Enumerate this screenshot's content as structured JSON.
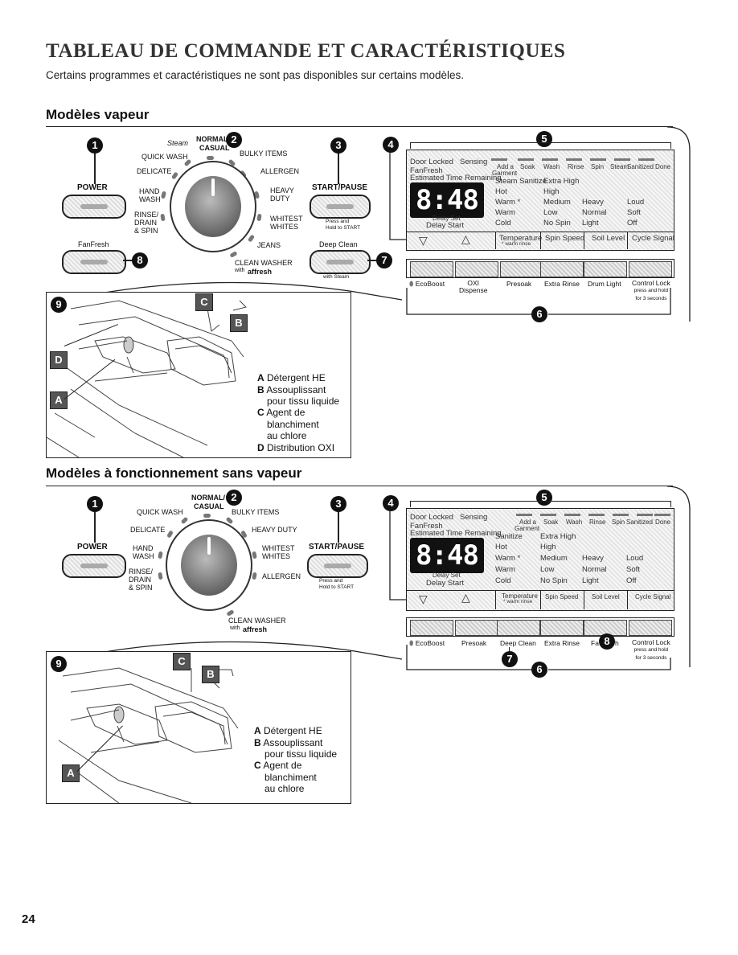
{
  "page": {
    "title": "TABLEAU DE COMMANDE ET CARACTÉRISTIQUES",
    "intro": "Certains programmes et caractéristiques ne sont pas disponibles sur certains modèles.",
    "page_number": "24"
  },
  "steam": {
    "section_title": "Modèles vapeur",
    "badges": {
      "b1": "1",
      "b2": "2",
      "b3": "3",
      "b4": "4",
      "b5": "5",
      "b6": "6",
      "b7": "7",
      "b8": "8",
      "b9": "9"
    },
    "power_label": "POWER",
    "fanfresh_label": "FanFresh",
    "start_label": "START/PAUSE",
    "start_note_1": "Press and",
    "start_note_2": "Hold to START",
    "deepclean_label": "Deep Clean",
    "deepclean_note": "with Steam",
    "cycles": {
      "steam": "Steam",
      "normal": "NORMAL/",
      "casual": "CASUAL",
      "quick_wash": "QUICK WASH",
      "delicate": "DELICATE",
      "hand_wash_1": "HAND",
      "hand_wash_2": "WASH",
      "rinse_1": "RINSE/",
      "rinse_2": "DRAIN",
      "rinse_3": "& SPIN",
      "bulky": "BULKY ITEMS",
      "allergen": "ALLERGEN",
      "heavy_1": "HEAVY",
      "heavy_2": "DUTY",
      "whitest_1": "WHITEST",
      "whitest_2": "WHITES",
      "jeans": "JEANS",
      "clean_washer": "CLEAN WASHER",
      "with": "with",
      "affresh": "affresh"
    },
    "display": {
      "door_locked": "Door Locked",
      "sensing": "Sensing",
      "fanfresh": "FanFresh",
      "estimated": "Estimated Time Remaining",
      "add_garment_1": "Add a",
      "add_garment_2": "Garment",
      "soak": "Soak",
      "wash": "Wash",
      "rinse": "Rinse",
      "spin": "Spin",
      "steam": "Steam",
      "sanitized": "Sanitized",
      "done": "Done",
      "time": "8:48",
      "col1": [
        "Steam Sanitize",
        "Hot",
        "Warm *",
        "Warm",
        "Cold"
      ],
      "col2": [
        "Extra High",
        "High",
        "Medium",
        "Low",
        "No Spin"
      ],
      "col3": [
        "",
        "",
        "Heavy",
        "Normal",
        "Light"
      ],
      "col4": [
        "",
        "",
        "Loud",
        "Soft",
        "Off"
      ],
      "delay_set": "Delay Set",
      "delay_start": "Delay Start",
      "temperature": "Temperature",
      "warm_rinse": "* warm rinse",
      "spin_speed": "Spin Speed",
      "soil_level": "Soil Level",
      "cycle_signal": "Cycle Signal"
    },
    "options": {
      "ecoboost": "EcoBoost",
      "oxi_1": "OXI",
      "oxi_2": "Dispense",
      "presoak": "Presoak",
      "extra_rinse": "Extra Rinse",
      "drum_light": "Drum Light",
      "control_lock": "Control Lock",
      "control_lock_2": "press and hold",
      "control_lock_3": "for 3 seconds"
    },
    "detail": {
      "letters": {
        "a": "A",
        "b": "B",
        "c": "C",
        "d": "D"
      },
      "legend": [
        {
          "letter": "A",
          "text": "Détergent HE"
        },
        {
          "letter": "B",
          "text": "Assouplissant"
        },
        {
          "letter": "",
          "text": "pour tissu liquide"
        },
        {
          "letter": "C",
          "text": "Agent de"
        },
        {
          "letter": "",
          "text": "blanchiment"
        },
        {
          "letter": "",
          "text": "au chlore"
        },
        {
          "letter": "D",
          "text": "Distribution OXI"
        }
      ]
    }
  },
  "nosteam": {
    "section_title": "Modèles à fonctionnement sans vapeur",
    "badges": {
      "b1": "1",
      "b2": "2",
      "b3": "3",
      "b4": "4",
      "b5": "5",
      "b6": "6",
      "b7": "7",
      "b8": "8",
      "b9": "9"
    },
    "power_label": "POWER",
    "start_label": "START/PAUSE",
    "start_note_1": "Press and",
    "start_note_2": "Hold to START",
    "cycles": {
      "normal": "NORMAL/",
      "casual": "CASUAL",
      "quick_wash": "QUICK WASH",
      "delicate": "DELICATE",
      "hand_wash_1": "HAND",
      "hand_wash_2": "WASH",
      "rinse_1": "RINSE/",
      "rinse_2": "DRAIN",
      "rinse_3": "& SPIN",
      "bulky": "BULKY ITEMS",
      "heavy": "HEAVY DUTY",
      "whitest_1": "WHITEST",
      "whitest_2": "WHITES",
      "allergen": "ALLERGEN",
      "clean_washer": "CLEAN WASHER",
      "with": "with",
      "affresh": "affresh"
    },
    "display": {
      "door_locked": "Door Locked",
      "sensing": "Sensing",
      "fanfresh": "FanFresh",
      "estimated": "Estimated Time Remaining",
      "add_garment_1": "Add a",
      "add_garment_2": "Garment",
      "soak": "Soak",
      "wash": "Wash",
      "rinse": "Rinse",
      "spin": "Spin",
      "sanitized": "Sanitized",
      "done": "Done",
      "time": "8:48",
      "col1": [
        "Sanitize",
        "Hot",
        "Warm *",
        "Warm",
        "Cold"
      ],
      "col2": [
        "Extra High",
        "High",
        "Medium",
        "Low",
        "No Spin"
      ],
      "col3": [
        "",
        "",
        "Heavy",
        "Normal",
        "Light"
      ],
      "col4": [
        "",
        "",
        "Loud",
        "Soft",
        "Off"
      ],
      "delay_set": "Delay Set",
      "delay_start": "Delay Start",
      "temperature": "Temperature",
      "warm_rinse": "* warm rinse",
      "spin_speed": "Spin Speed",
      "soil_level": "Soil Level",
      "cycle_signal": "Cycle Signal"
    },
    "options": {
      "ecoboost": "EcoBoost",
      "presoak": "Presoak",
      "deep_clean": "Deep Clean",
      "extra_rinse": "Extra Rinse",
      "fanfresh_a": "Fa",
      "fanfresh_b": "h",
      "control_lock": "Control Lock",
      "control_lock_2": "press and hold",
      "control_lock_3": "for 3 seconds"
    },
    "detail": {
      "letters": {
        "a": "A",
        "b": "B",
        "c": "C"
      },
      "legend": [
        {
          "letter": "A",
          "text": "Détergent HE"
        },
        {
          "letter": "B",
          "text": "Assouplissant"
        },
        {
          "letter": "",
          "text": "pour tissu liquide"
        },
        {
          "letter": "C",
          "text": "Agent de"
        },
        {
          "letter": "",
          "text": "blanchiment"
        },
        {
          "letter": "",
          "text": "au chlore"
        }
      ]
    }
  }
}
